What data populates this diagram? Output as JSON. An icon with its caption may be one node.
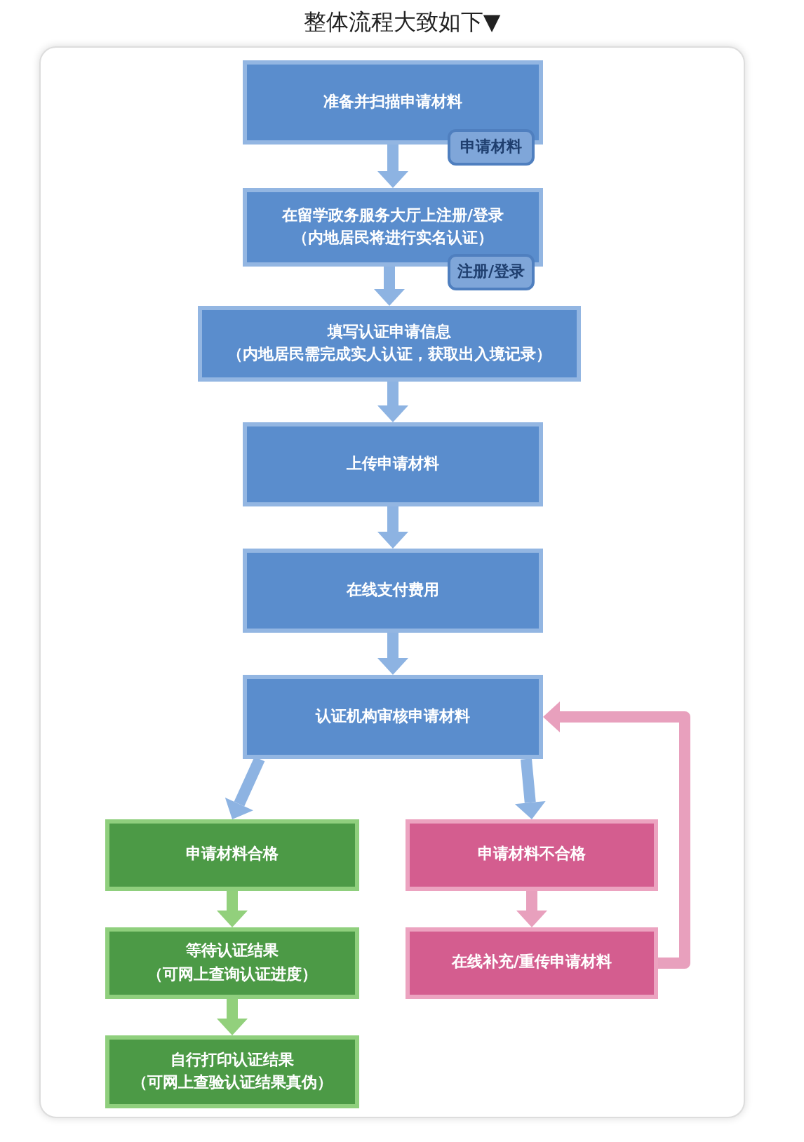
{
  "diagram": {
    "title": "整体流程大致如下▼",
    "nodes": [
      {
        "text": [
          "准备并扫描申请材料"
        ]
      },
      {
        "text": [
          "申请材料"
        ]
      },
      {
        "text": [
          "在留学政务服务大厅上注册/登录",
          "（内地居民将进行实名认证）"
        ]
      },
      {
        "text": [
          "注册/登录"
        ]
      },
      {
        "text": [
          "填写认证申请信息",
          "（内地居民需完成实人认证，获取出入境记录）"
        ]
      },
      {
        "text": [
          "上传申请材料"
        ]
      },
      {
        "text": [
          "在线支付费用"
        ]
      },
      {
        "text": [
          "认证机构审核申请材料"
        ]
      },
      {
        "text": [
          "申请材料合格"
        ]
      },
      {
        "text": [
          "申请材料不合格"
        ]
      },
      {
        "text": [
          "等待认证结果",
          "（可网上查询认证进度）"
        ]
      },
      {
        "text": [
          "在线补充/重传申请材料"
        ]
      },
      {
        "text": [
          "自行打印认证结果",
          "（可网上查验认证结果真伪）"
        ]
      }
    ],
    "edges": [
      {
        "from": 0,
        "to": 2,
        "arrow": "to"
      },
      {
        "from": 2,
        "to": 4,
        "arrow": "to"
      },
      {
        "from": 4,
        "to": 5,
        "arrow": "to"
      },
      {
        "from": 5,
        "to": 6,
        "arrow": "to"
      },
      {
        "from": 6,
        "to": 7,
        "arrow": "to"
      },
      {
        "from": 7,
        "to": 8,
        "arrow": "to"
      },
      {
        "from": 7,
        "to": 9,
        "arrow": "to"
      },
      {
        "from": 8,
        "to": 10,
        "arrow": "to",
        "color": "#92d07c"
      },
      {
        "from": 10,
        "to": 12,
        "arrow": "to",
        "color": "#92d07c"
      },
      {
        "from": 9,
        "to": 11,
        "arrow": "to",
        "color": "#e8a0bd"
      },
      {
        "from": 11,
        "to": 7,
        "arrow": "to",
        "color": "#e8a0bd"
      }
    ]
  }
}
